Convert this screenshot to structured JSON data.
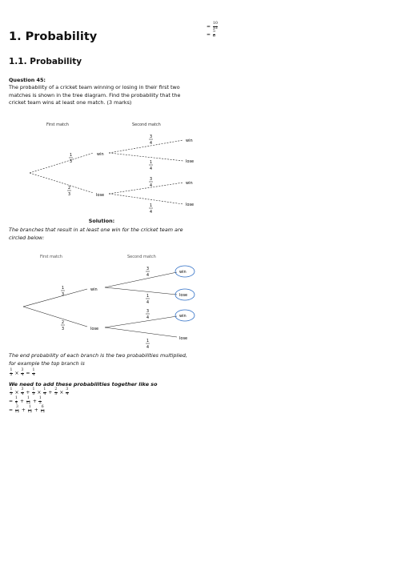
{
  "heading1": "1. Probability",
  "heading2": "1.1. Probability",
  "question": {
    "label": "Question 45:",
    "text": "The probability of a cricket team winning or losing in their first two matches is shown in the tree diagram. Find the probability that the cricket team wins at least one match. (3 marks)"
  },
  "tree1": {
    "col1": "First match",
    "col2": "Second match",
    "p_win": [
      "1",
      "3"
    ],
    "p_lose": [
      "2",
      "3"
    ],
    "win": "win",
    "lose": "lose",
    "b1": [
      "3",
      "4"
    ],
    "b2": [
      "1",
      "4"
    ],
    "b3": [
      "3",
      "4"
    ],
    "b4": [
      "1",
      "4"
    ]
  },
  "solution": {
    "title": "Solution:",
    "text": "The branches that result in at least one win for the cricket team are circled below:",
    "end_text": "The end probability of each branch is the two probabilities multiplied, for example the top branch is",
    "add_text": "We need to add these probabilities together like so"
  },
  "tree2": {
    "col1": "First match",
    "col2": "Second match",
    "win": "win",
    "lose": "lose"
  },
  "math": {
    "top_branch": [
      "1/3",
      "3/4",
      "1/4"
    ],
    "sum_terms": [
      "1/3",
      "3/4",
      "1/3",
      "1/4",
      "2/3",
      "3/4"
    ],
    "line2": [
      "1/4",
      "1/12",
      "1/2"
    ],
    "line3": [
      "3/12",
      "1/12",
      "6/12"
    ],
    "right_line1": "10/12",
    "right_line2": "5/6"
  }
}
